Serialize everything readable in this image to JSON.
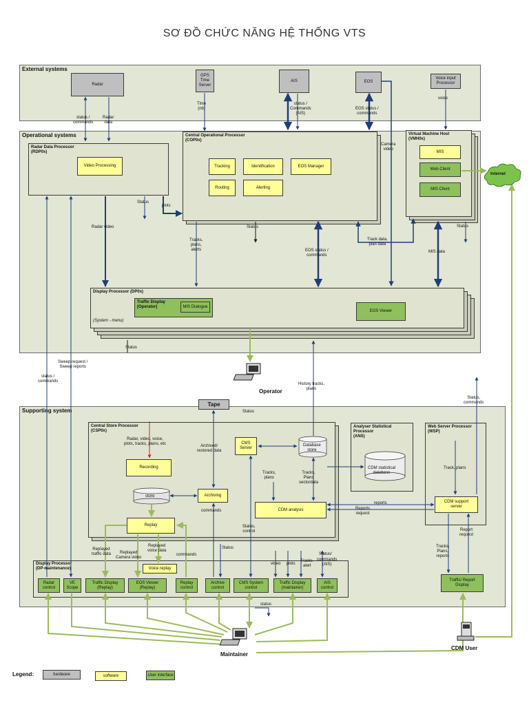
{
  "title": "SƠ ĐỒ CHỨC NĂNG HỆ THỐNG VTS",
  "groups": {
    "external": "External systems",
    "operational": "Operational systems",
    "supporting": "Supporting system"
  },
  "processors": {
    "rdp": "Radar Data Processor\n(RDP0x)",
    "cop": "Central Operational Processor\n(COP0x)",
    "vmh": "Virtual Machine Host\n(VMH0x)",
    "dp": "Display Processor (DP0x)",
    "dp_system_menu": "(System - menu)",
    "csp": "Central Store Processor\n(CSP0x)",
    "ans": "Analyser Statistical\nProcessor\n(ANS)",
    "wsp": "Web Server Processor\n(WSP)",
    "dpm": "Display Processor\n(DP-maintenance)"
  },
  "nodes": {
    "radar": "Radar",
    "gps": "GPS\nTime\nServer",
    "ais": "AIS",
    "eos": "EOS",
    "voice_input": "Voice input\nProcessor",
    "video_processing": "Video Processing",
    "tracking": "Tracking",
    "identification": "Identification",
    "eos_manager": "EOS Manager",
    "routing": "Routing",
    "alerting": "Alerting",
    "mis": "MIS",
    "web_client": "Web Client",
    "mis_client": "MIS Client",
    "internet": "Internet",
    "traffic_display_operator": "Traffic Display\n(Operator)",
    "mis_dialogue": "MIS Dialogue",
    "eos_viewer": "EOS Viewer",
    "tape": "Tape",
    "recording": "Recording",
    "store": "store",
    "archiving": "Archiving",
    "cms_server": "CMS\nServer",
    "database_store": "Database\nstore",
    "cdm_stat_db": "CDM statistical\ndatabase",
    "cdm_analysis": "CDM analysis",
    "cdm_support_server": "CDM support\nserver",
    "replay": "Replay",
    "voice_replay": "Voice replay",
    "radar_control": "Radar\ncontrol",
    "ve_scope": "VE\nScope",
    "traffic_display_replay": "Traffic Display\n(Replay)",
    "eos_viewer_replay": "EOS Viewer\n(Replay)",
    "replay_control": "Replay\ncontrol",
    "archive_control": "Archive\ncontrol",
    "cms_system_control": "CMS System\ncontrol",
    "traffic_display_maintainer": "Traffic Display\n(maintainer)",
    "ais_control": "AIS\ncontrol",
    "traffic_report_display": "Traffic/ Report\nDisplay"
  },
  "actors": {
    "operator": "Operator",
    "maintainer": "Maintainer",
    "cdm_user": "CDM User"
  },
  "labels": {
    "status_commands_radar": "status /\ncommands",
    "radar_data": "Radar\ndata",
    "time_nb": "Time\n(nb)",
    "status_commands_ais": "status /\nCommands\n(AIS)",
    "eos_status_commands": "EOS status /\ncommands",
    "voice": "voice",
    "camera_video": "Camera\nvideo",
    "status_rdp": "Status",
    "plots": "plots",
    "radar_video": "Radar video",
    "status_cop": "Status",
    "tracks_plans_alerts": "Tracks,\nplans,\nalerts",
    "eos_status_commands2": "EOS status /\ncommands",
    "track_data_plan_data": "Track data,\nplan data",
    "mis_data": "MIS data",
    "status_vmh": "Status",
    "status_dp": "Status",
    "sweep_request": "Sweep request /\nSweep reports",
    "status_commands_left": "status /\ncommands",
    "history_tracks_plans": "History tracks,\nplans",
    "status_commands_right": "Status,\ncommands",
    "status_tape": "Status",
    "radar_video_voice": "Radar, video, voice,\nplots, tracks, plans, etc",
    "archived_restored": "Archived/\nrestored data",
    "tracks_plans_csp": "Tracks,\nplans",
    "tracks_plans_sector": "Tracks,\nPlans\nsectordata",
    "commands_archiving": "commands",
    "status_control": "Status,\ncontrol",
    "track_plans_wsp": "Track, plans",
    "reports": "reports",
    "reports_request": "Reports\nrequest",
    "report_request": "Report\nrequest",
    "tracks_plans_reports": "Tracks,\nPlans,\nreports",
    "replayed_traffic": "Replayed\ntraffic data",
    "replayed_camera": "Replayed\nCamera video",
    "replayed_voice": "Replayed\nvoice data",
    "commands_replay": "commands",
    "status_dpm": "Status",
    "video": "video",
    "plots_dpm": "plots",
    "tracks_alert": "Tracks-\nalert",
    "commands_ais": "commands\n(AIS)",
    "status_ais": "Status/",
    "status_bottom": "status"
  },
  "legend": {
    "title": "Legend:",
    "hardware": "hardware",
    "software": "software",
    "user_interface": "User interface"
  },
  "colors": {
    "navy_arrow": "#1f3d7a",
    "green_arrow": "#9bbb59",
    "red_arrow": "#e02020",
    "hardware": "#bfbfbf",
    "software": "#ffff99",
    "user_interface": "#8fc05c",
    "panel": "#e2e6d4"
  }
}
